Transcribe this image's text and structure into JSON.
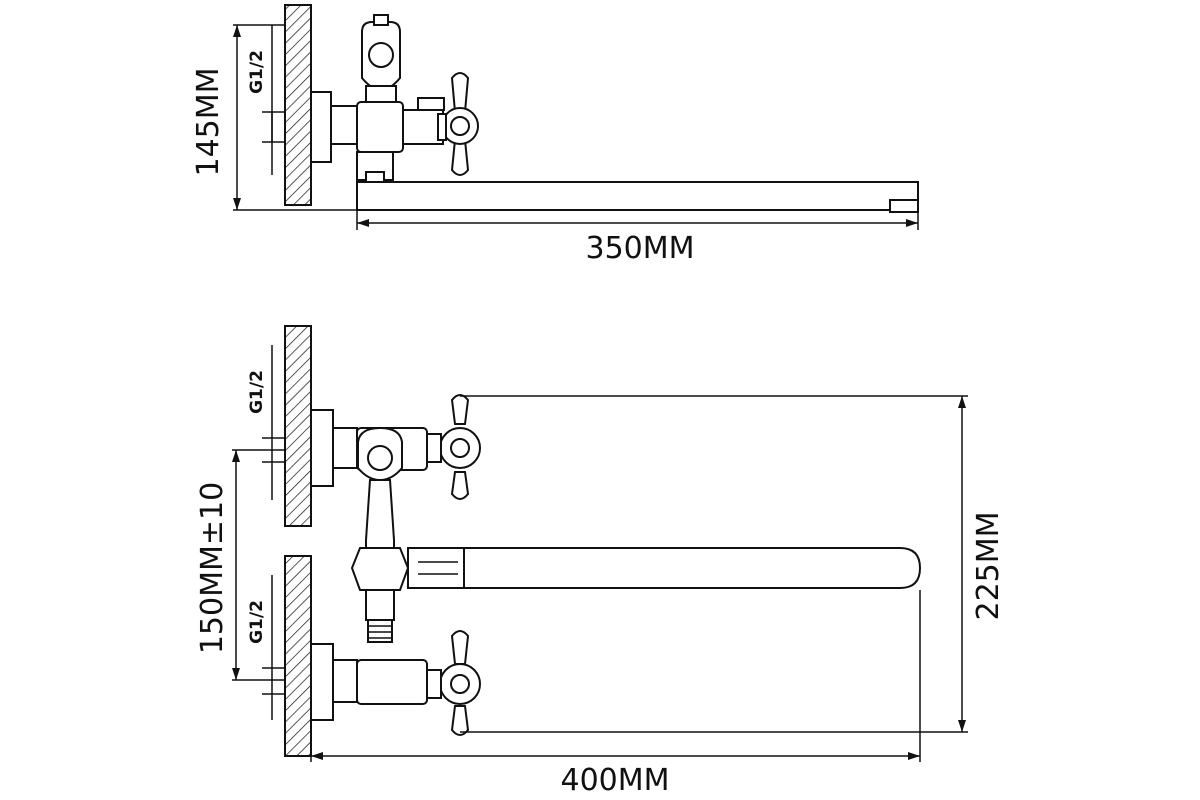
{
  "top_view": {
    "height_dim": "145MM",
    "thread_label": "G1/2",
    "length_dim": "350MM"
  },
  "front_view": {
    "thread_label_upper": "G1/2",
    "thread_label_lower": "G1/2",
    "center_dim": "150MM±10",
    "height_dim": "225MM",
    "length_dim": "400MM"
  }
}
